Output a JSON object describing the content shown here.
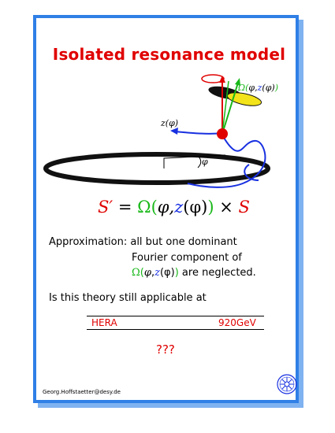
{
  "title": "Isolated resonance model",
  "diagram": {
    "omega_label": {
      "omega": "Ω",
      "open": "(",
      "phi": "φ",
      "comma": ",",
      "z": "z",
      "zphi": "(φ)",
      "close": ")"
    },
    "z_label": {
      "z": "z",
      "phi": "(φ)"
    },
    "phi_label": "φ"
  },
  "equation": {
    "lhs": "S",
    "prime": "′",
    "eq": "=",
    "omega": "Ω",
    "open": "(",
    "phi": "φ",
    "comma": ",",
    "z": "z",
    "zphi": "(φ)",
    "close": ")",
    "times": "×",
    "rhs": "S"
  },
  "approximation": {
    "line1": "Approximation: all but one dominant",
    "line2": "Fourier component of",
    "omega": "Ω",
    "open": "(",
    "phi": "φ",
    "comma": ",",
    "z": "z",
    "zphi": "(φ)",
    "close": ")",
    "suffix": "are neglected."
  },
  "question": "Is this theory still applicable at",
  "table": {
    "name": "HERA",
    "energy": "920GeV"
  },
  "unknown": "???",
  "footer_email": "Georg.Hoffstaetter@desy.de",
  "colors": {
    "frame": "#2f7fe6",
    "shadow": "#7fb2f0",
    "title": "#e00000",
    "green": "#18b818",
    "blue": "#1830e0"
  }
}
